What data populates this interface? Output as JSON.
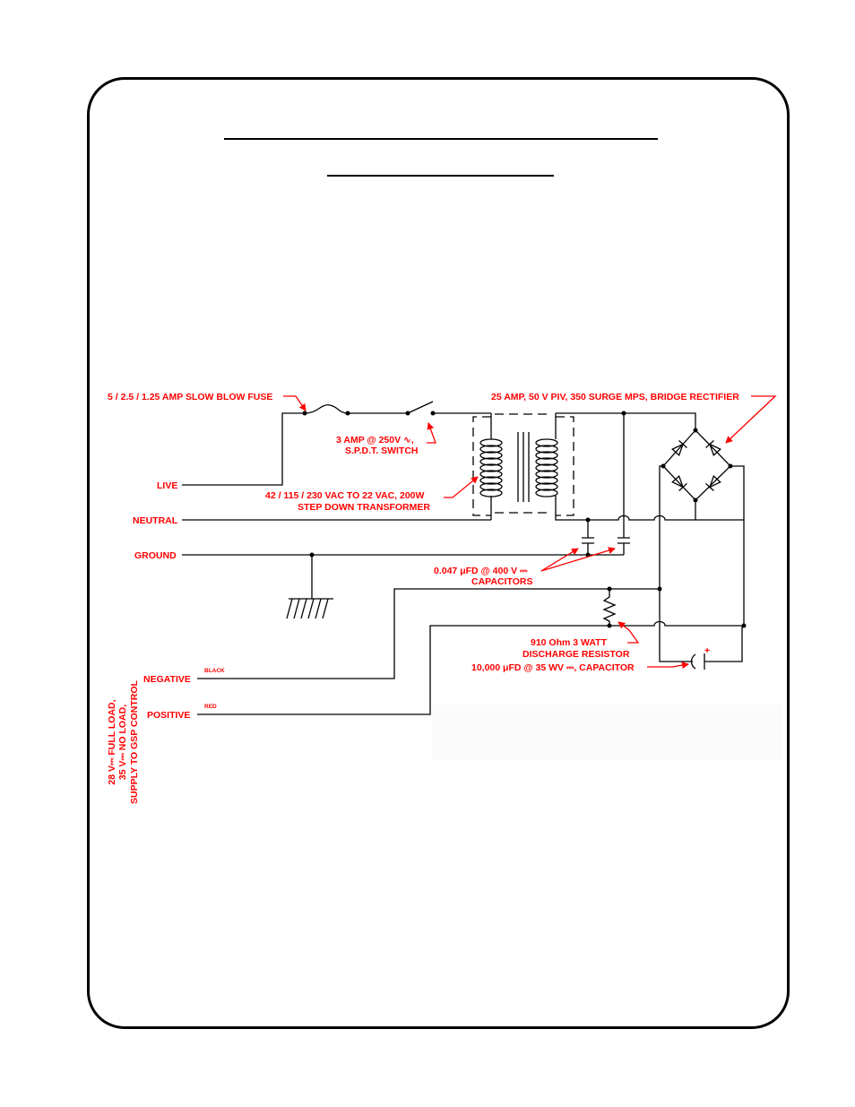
{
  "labels": {
    "fuse": "5 / 2.5 / 1.25 AMP SLOW BLOW FUSE",
    "switch_line1": "3 AMP @ 250V ∿,",
    "switch_line2": "S.P.D.T. SWITCH",
    "rectifier": "25 AMP, 50 V PIV, 350 SURGE MPS, BRIDGE RECTIFIER",
    "transformer_line1": "42 / 115 / 230  VAC TO 22 VAC, 200W",
    "transformer_line2": "STEP DOWN TRANSFORMER",
    "capacitors_line1": "0.047 μFD @ 400 V ⎓",
    "capacitors_line2": "CAPACITORS",
    "resistor_line1": "910 Ohm 3 WATT",
    "resistor_line2": "DISCHARGE RESISTOR",
    "capacitor_main": "10,000 μFD @ 35 WV ⎓, CAPACITOR",
    "live": "LIVE",
    "neutral": "NEUTRAL",
    "ground": "GROUND",
    "negative": "NEGATIVE",
    "negative_color": "BLACK",
    "positive": "POSITIVE",
    "positive_color": "RED",
    "plus_sign": "+",
    "side_note_line1": "28 V⎓ FULL LOAD,",
    "side_note_line2": "35 V⎓ NO LOAD,",
    "side_note_line3": "SUPPLY TO GSP CONTROL"
  },
  "colors": {
    "label": "#ff0000",
    "wire": "#000000"
  }
}
